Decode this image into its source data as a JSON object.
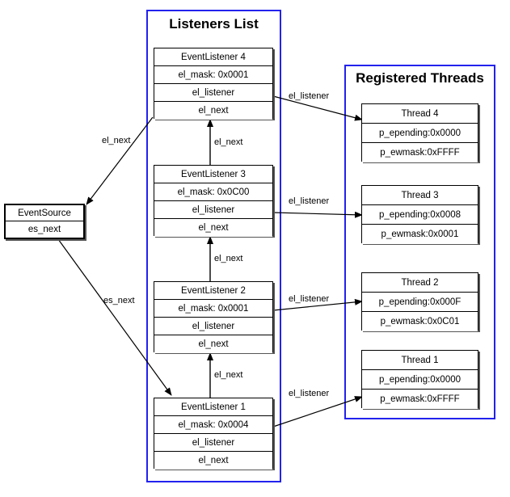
{
  "diagram": {
    "title_listeners": "Listeners List",
    "title_threads": "Registered Threads"
  },
  "event_source": {
    "name": "EventSource",
    "fields": [
      "es_next"
    ]
  },
  "listeners": [
    {
      "title": "EventListener 4",
      "mask": "el_mask: 0x0001",
      "listener": "el_listener",
      "next": "el_next"
    },
    {
      "title": "EventListener 3",
      "mask": "el_mask: 0x0C00",
      "listener": "el_listener",
      "next": "el_next"
    },
    {
      "title": "EventListener 2",
      "mask": "el_mask: 0x0001",
      "listener": "el_listener",
      "next": "el_next"
    },
    {
      "title": "EventListener 1",
      "mask": "el_mask: 0x0004",
      "listener": "el_listener",
      "next": "el_next"
    }
  ],
  "threads": [
    {
      "title": "Thread 4",
      "epending": "p_epending:0x0000",
      "ewmask": "p_ewmask:0xFFFF"
    },
    {
      "title": "Thread 3",
      "epending": "p_epending:0x0008",
      "ewmask": "p_ewmask:0x0001"
    },
    {
      "title": "Thread 2",
      "epending": "p_epending:0x000F",
      "ewmask": "p_ewmask:0x0C01"
    },
    {
      "title": "Thread 1",
      "epending": "p_epending:0x0000",
      "ewmask": "p_ewmask:0xFFFF"
    }
  ],
  "edge_labels": {
    "el4_to_source": "el_next",
    "el3_to_el4": "el_next",
    "el2_to_el3": "el_next",
    "el1_to_el2": "el_next",
    "source_to_el1": "es_next",
    "el4_listener": "el_listener",
    "el3_listener": "el_listener",
    "el2_listener": "el_listener",
    "el1_listener": "el_listener"
  },
  "colors": {
    "panel_border": "#2222ee",
    "node_border": "#000000",
    "edge": "#000000",
    "background": "#ffffff"
  }
}
